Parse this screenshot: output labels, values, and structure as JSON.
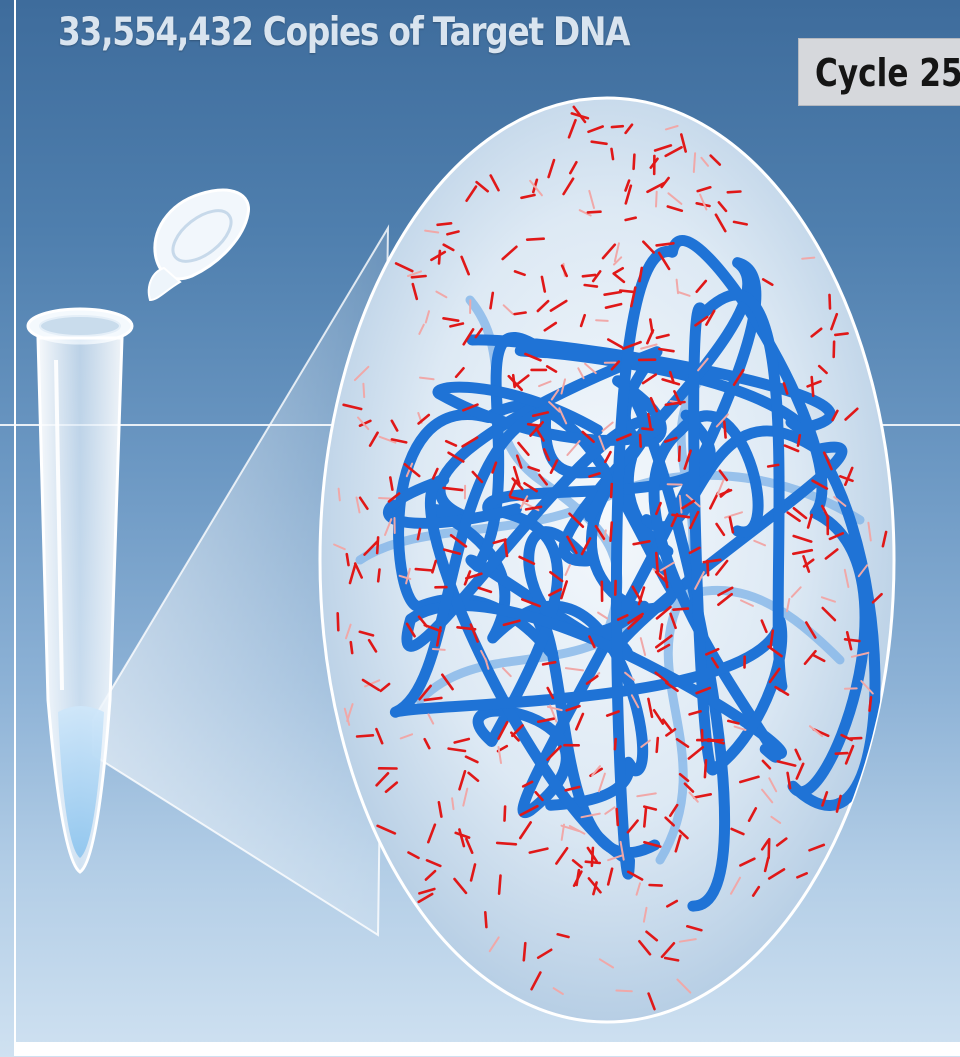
{
  "header": {
    "title": "33,554,432 Copies of Target DNA"
  },
  "cycle_badge": {
    "label": "Cycle 25"
  },
  "colors": {
    "background_top": "#3e6c9c",
    "background_bottom": "#cfe1f1",
    "dna_strand": "#1f73d6",
    "primer": "#e01818",
    "tube": "#eaf3fb",
    "sample_liquid": "#b9dbf5"
  },
  "icons": {
    "tube": "microcentrifuge-tube-icon",
    "lens": "magnified-view-lens",
    "dna": "dna-strand-icon",
    "primer": "primer-fragment-icon"
  }
}
